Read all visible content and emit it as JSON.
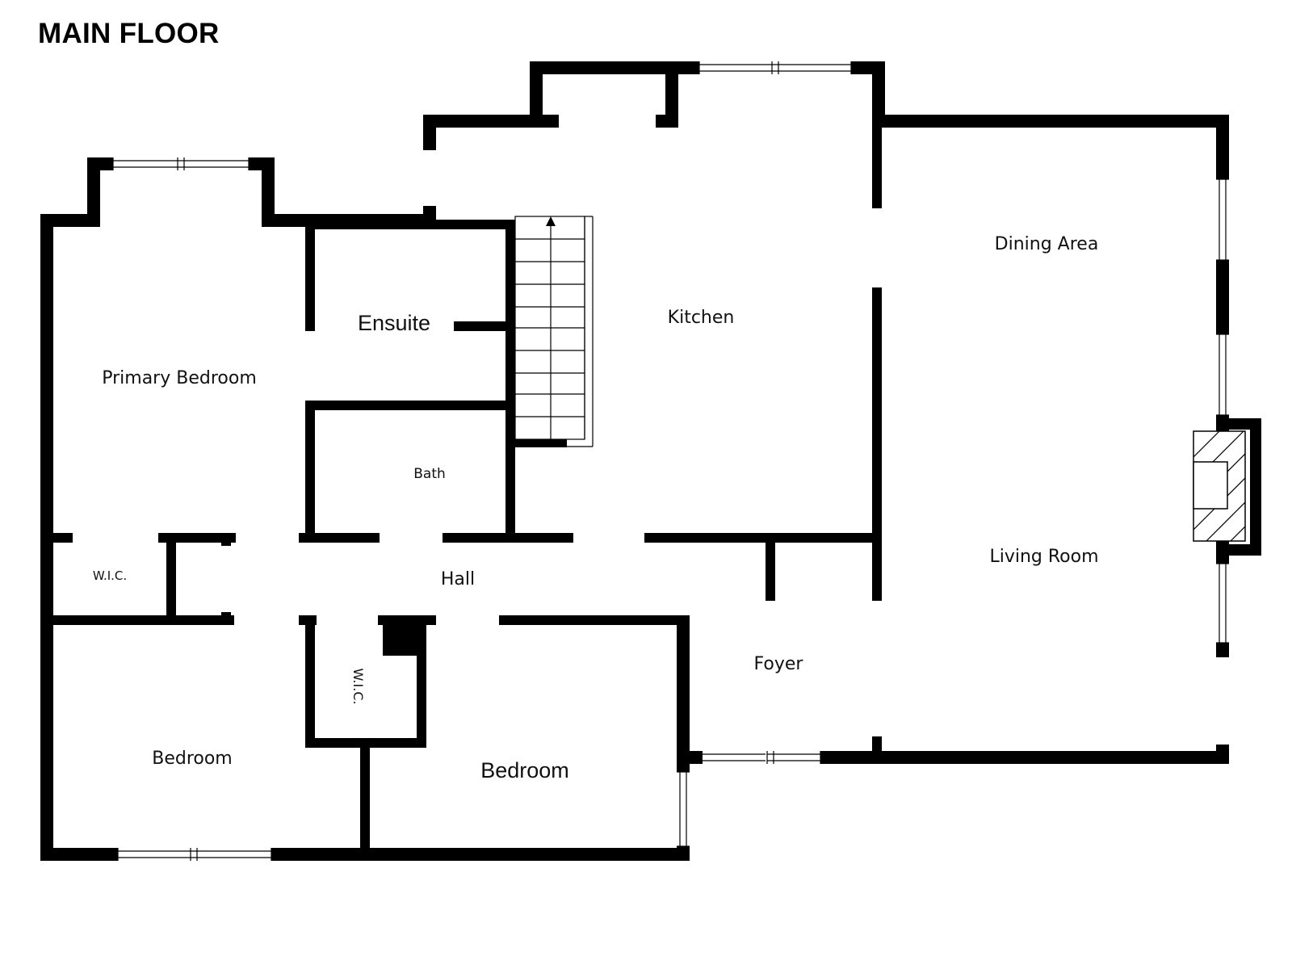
{
  "plan": {
    "title": "MAIN FLOOR"
  },
  "rooms": {
    "primary_bedroom": "Primary Bedroom",
    "ensuite": "Ensuite",
    "bath": "Bath",
    "kitchen": "Kitchen",
    "dining_area": "Dining Area",
    "living_room": "Living Room",
    "wic_primary": "W.I.C.",
    "hall": "Hall",
    "wic_center": "W.I.C.",
    "bedroom_left": "Bedroom",
    "bedroom_center": "Bedroom",
    "foyer": "Foyer"
  },
  "colors": {
    "wall": "#000000",
    "background": "#ffffff"
  }
}
